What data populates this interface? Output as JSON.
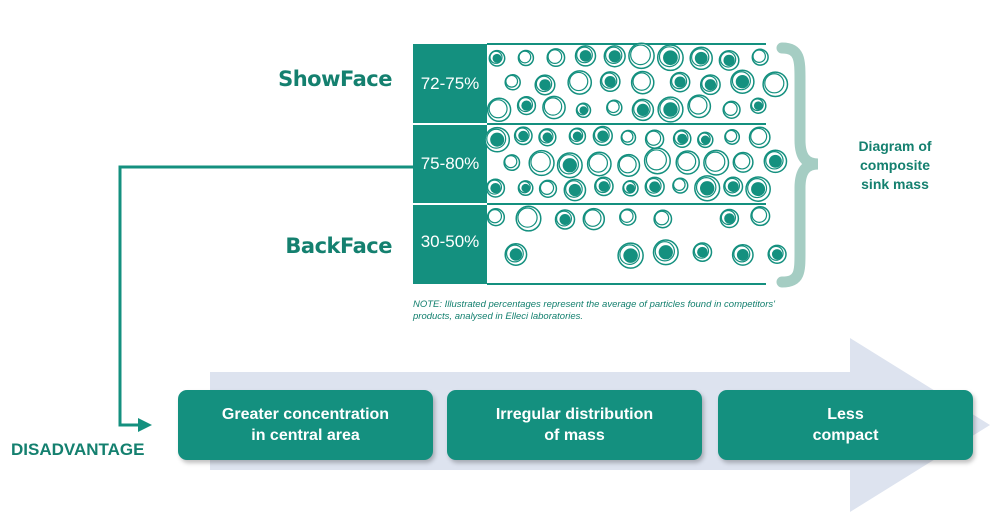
{
  "layers": {
    "show_face": "ShowFace",
    "back_face": "BackFace",
    "percentages": [
      "72-75%",
      "75-80%",
      "30-50%"
    ]
  },
  "caption": {
    "line1": "Diagram of",
    "line2": "composite",
    "line3": "sink mass"
  },
  "note": {
    "line1": "NOTE: Illustrated percentages represent the average of particles found in competitors'",
    "line2": "products, analysed in Elleci laboratories."
  },
  "disadvantage_label": "DISADVANTAGE",
  "disadvantages": [
    {
      "line1": "Greater concentration",
      "line2": "in central area"
    },
    {
      "line1": "Irregular distribution",
      "line2": "of mass"
    },
    {
      "line1": "Less",
      "line2": "compact"
    }
  ],
  "colors": {
    "teal": "#14907f",
    "teal_dark": "#14806f",
    "brace": "#a5cdc3",
    "arrow": "#dde3ef"
  }
}
